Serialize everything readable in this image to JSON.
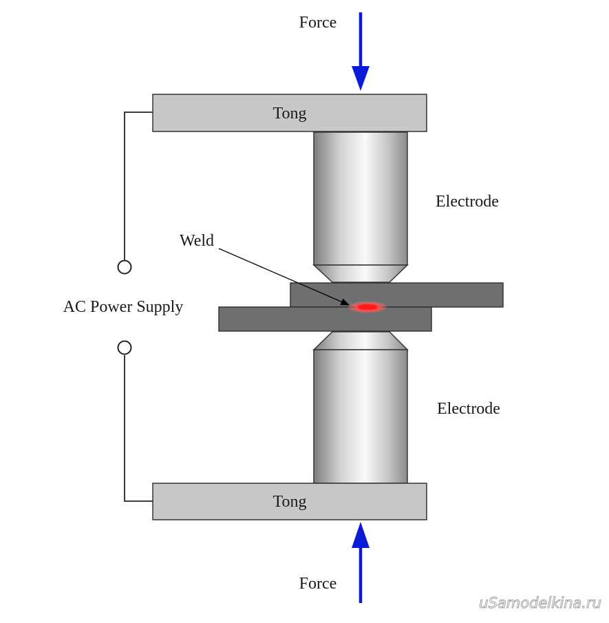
{
  "labels": {
    "force_top": "Force",
    "force_bottom": "Force",
    "tong_top": "Tong",
    "tong_bottom": "Tong",
    "electrode_top": "Electrode",
    "electrode_bottom": "Electrode",
    "weld": "Weld",
    "power_supply": "AC Power Supply"
  },
  "watermark": "uSamodelkina.ru",
  "colors": {
    "arrow": "#0a1ad6",
    "tong_fill": "#c8c8c8",
    "sheet_fill": "#6f6f6f",
    "weld_spot": "#ff2a2a",
    "wire": "#222222"
  },
  "icons": {
    "force_arrow": "arrow-down-icon",
    "force_arrow_up": "arrow-up-icon",
    "terminal": "circle-terminal-icon"
  }
}
